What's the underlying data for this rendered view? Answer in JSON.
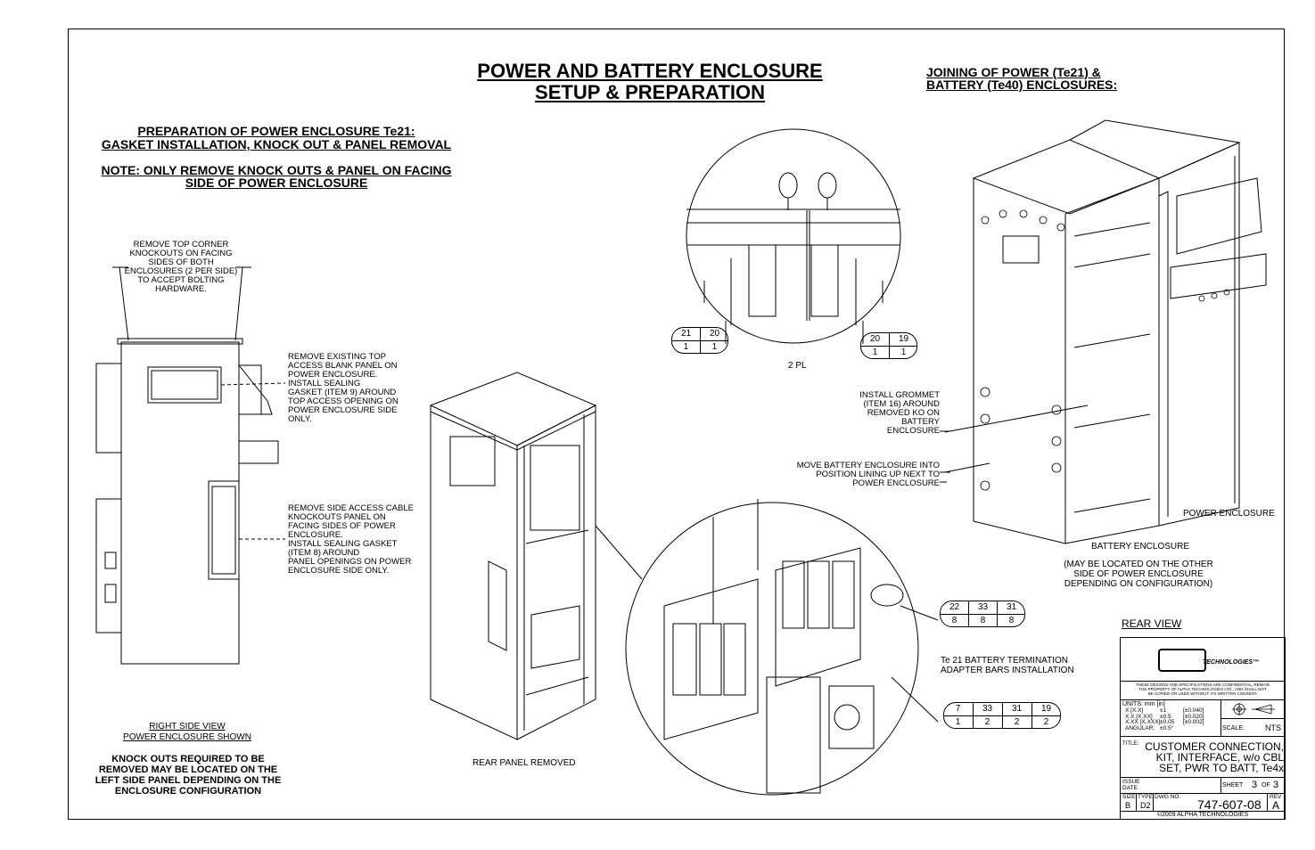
{
  "main_title": {
    "line1": "POWER AND BATTERY ENCLOSURE ",
    "line2": "SETUP & PREPARATION"
  },
  "join_title": {
    "line1": "JOINING OF POWER (Te21) &",
    "line2": "BATTERY (Te40) ENCLOSURES:"
  },
  "prep_title": {
    "line1": "PREPARATION OF POWER ENCLOSURE Te21:",
    "line2": "GASKET INSTALLATION, KNOCK OUT & PANEL REMOVAL"
  },
  "prep_note": {
    "line1": "NOTE: ONLY REMOVE KNOCK OUTS & PANEL ON FACING ",
    "line2": "SIDE OF POWER ENCLOSURE"
  },
  "notes": {
    "top_corner": "REMOVE TOP CORNER\nKNOCKOUTS ON FACING\nSIDES OF BOTH\nENCLOSURES (2 PER SIDE)\nTO ACCEPT BOLTING\nHARDWARE.",
    "top_access": "REMOVE EXISTING TOP\nACCESS BLANK PANEL ON\nPOWER ENCLOSURE.\nINSTALL SEALING\nGASKET (ITEM 9) AROUND\nTOP ACCESS OPENING ON\nPOWER ENCLOSURE SIDE\nONLY.",
    "side_access": "REMOVE SIDE ACCESS CABLE\nKNOCKOUTS PANEL ON\nFACING SIDES OF POWER\nENCLOSURE.\nINSTALL SEALING GASKET\n(ITEM 8) AROUND\nPANEL OPENINGS ON POWER\nENCLOSURE SIDE ONLY.",
    "right_side_view": "RIGHT SIDE VIEW\nPOWER ENCLOSURE SHOWN",
    "knock_outs": "KNOCK OUTS REQUIRED TO BE\nREMOVED MAY BE LOCATED ON THE\nLEFT SIDE PANEL DEPENDING ON THE\nENCLOSURE CONFIGURATION",
    "rear_panel_removed": "REAR PANEL REMOVED",
    "two_pl": "2 PL",
    "install_grommet": "INSTALL GROMMET\n(ITEM 16) AROUND\nREMOVED KO ON\nBATTERY\nENCLOSURE",
    "move_battery": "MOVE BATTERY ENCLOSURE INTO\nPOSITION LINING UP NEXT TO\nPOWER ENCLOSURE",
    "power_enclosure": "POWER ENCLOSURE",
    "battery_enclosure": "BATTERY ENCLOSURE",
    "may_be_located": "(MAY BE LOCATED ON THE OTHER\nSIDE OF POWER ENCLOSURE\nDEPENDING ON CONFIGURATION)",
    "rear_view": "REAR VIEW",
    "te21_battery": "Te 21 BATTERY TERMINATION\nADAPTER BARS INSTALLATION"
  },
  "balloons": {
    "b1": {
      "top": [
        "21",
        "20"
      ],
      "bottom": [
        "1",
        "1"
      ]
    },
    "b2": {
      "top": [
        "20",
        "19"
      ],
      "bottom": [
        "1",
        "1"
      ]
    },
    "b3": {
      "top": [
        "22",
        "33",
        "31"
      ],
      "bottom": [
        "8",
        "8",
        "8"
      ]
    },
    "b4": {
      "top": [
        "7",
        "33",
        "31",
        "19"
      ],
      "bottom": [
        "1",
        "2",
        "2",
        "2"
      ]
    }
  },
  "title_block": {
    "logo_text": "TECHNOLOGIES™",
    "confidential": "THESE DESIGNS AND SPECIFICATIONS ARE CONFIDENTIAL, REMAIN\nTHE PROPERTY OF ALPHA TECHNOLOGIES LTD., AND SHALL NOT\nBE COPIED OR USED WITHOUT ITS WRITTEN CONSENT.",
    "units": "UNITS: mm [in]",
    "tol_labels": "X [X.X]\nX.X [X.XX]\nX.XX [X.XXX]\nANGULAR:",
    "tol_values": "±1\n±0.5\n±0.05\n±0.5°",
    "tol_inch": "[±0.040]\n[±0.020]\n[±0.002]",
    "scale_label": "SCALE:",
    "scale_value": "NTS",
    "title_label": "TITLE:",
    "title_text": "CUSTOMER CONNECTION,\nKIT, INTERFACE, w/o CBL\nSET, PWR TO BATT, Te4x",
    "issue_date": "ISSUE\nDATE",
    "sheet_label": "SHEET",
    "sheet_num": "3",
    "sheet_of": "OF",
    "sheet_total": "3",
    "size_label": "SIZE",
    "size_value": "B",
    "type_label": "TYPE",
    "type_value": "D2",
    "dwg_label": "DWG NO.",
    "dwg_value": "747-607-08",
    "rev_label": "REV",
    "rev_value": "A",
    "copyright": "©2009 ALPHA TECHNOLOGIES"
  }
}
